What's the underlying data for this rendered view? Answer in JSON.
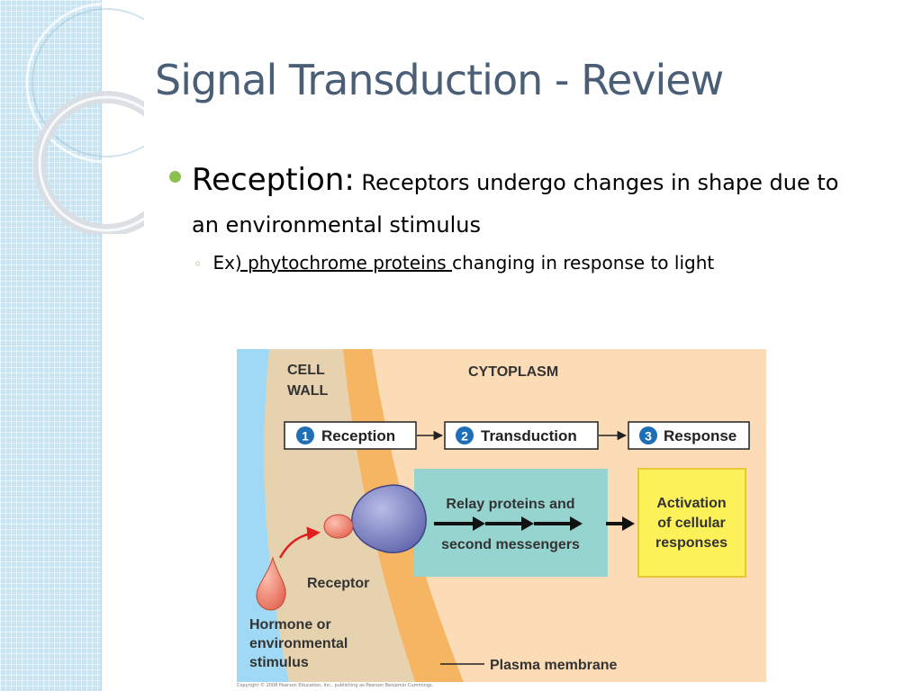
{
  "slide": {
    "title": "Signal Transduction - Review",
    "bullet1": {
      "term": "Reception:",
      "text": " Receptors undergo changes in shape due to an environmental stimulus"
    },
    "bullet2": {
      "prefix": "Ex",
      "underlined": ") phytochrome proteins ",
      "suffix": "changing in response to light"
    }
  },
  "diagram": {
    "regions": {
      "cell_wall": [
        "CELL",
        "WALL"
      ],
      "cytoplasm": "CYTOPLASM"
    },
    "steps": [
      {
        "number": "1",
        "label": "Reception"
      },
      {
        "number": "2",
        "label": "Transduction"
      },
      {
        "number": "3",
        "label": "Response"
      }
    ],
    "relay_box": [
      "Relay proteins and",
      "second messengers"
    ],
    "response_box": [
      "Activation",
      "of cellular",
      "responses"
    ],
    "labels": {
      "receptor": "Receptor",
      "hormone": [
        "Hormone or",
        "environmental",
        "stimulus"
      ],
      "plasma_membrane": "Plasma membrane"
    },
    "copyright": "Copyright © 2008 Pearson Education, Inc., publishing as Pearson Benjamin Cummings."
  },
  "colors": {
    "title": "#4a5f77",
    "bullet": "#8cc04e",
    "extracellular": "#9fd9f5",
    "cell_wall": "#e7d2b0",
    "membrane": "#f5b563",
    "cytoplasm": "#fbdcb6",
    "step_circle": "#1e6fb5",
    "relay_box": "#96d4cf",
    "response_box": "#fdf15a",
    "receptor": "#7c82c4",
    "hormone": "#ef8a78"
  }
}
